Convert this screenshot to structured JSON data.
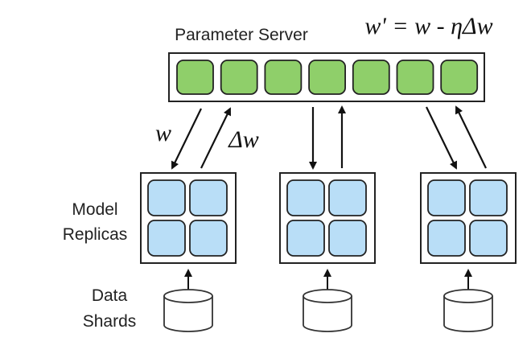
{
  "parameter_server": {
    "title": "Parameter Server",
    "update_rule": "w' = w - ηΔw",
    "cell_count": 7,
    "cell_color": "#8fcf6a"
  },
  "replica_cell_color": "#b9def7",
  "arrow_labels": {
    "down": "w",
    "up": "Δw"
  },
  "model_replicas_label": [
    "Model",
    "Replicas"
  ],
  "data_shards_label": [
    "Data",
    "Shards"
  ],
  "replica_count": 3
}
